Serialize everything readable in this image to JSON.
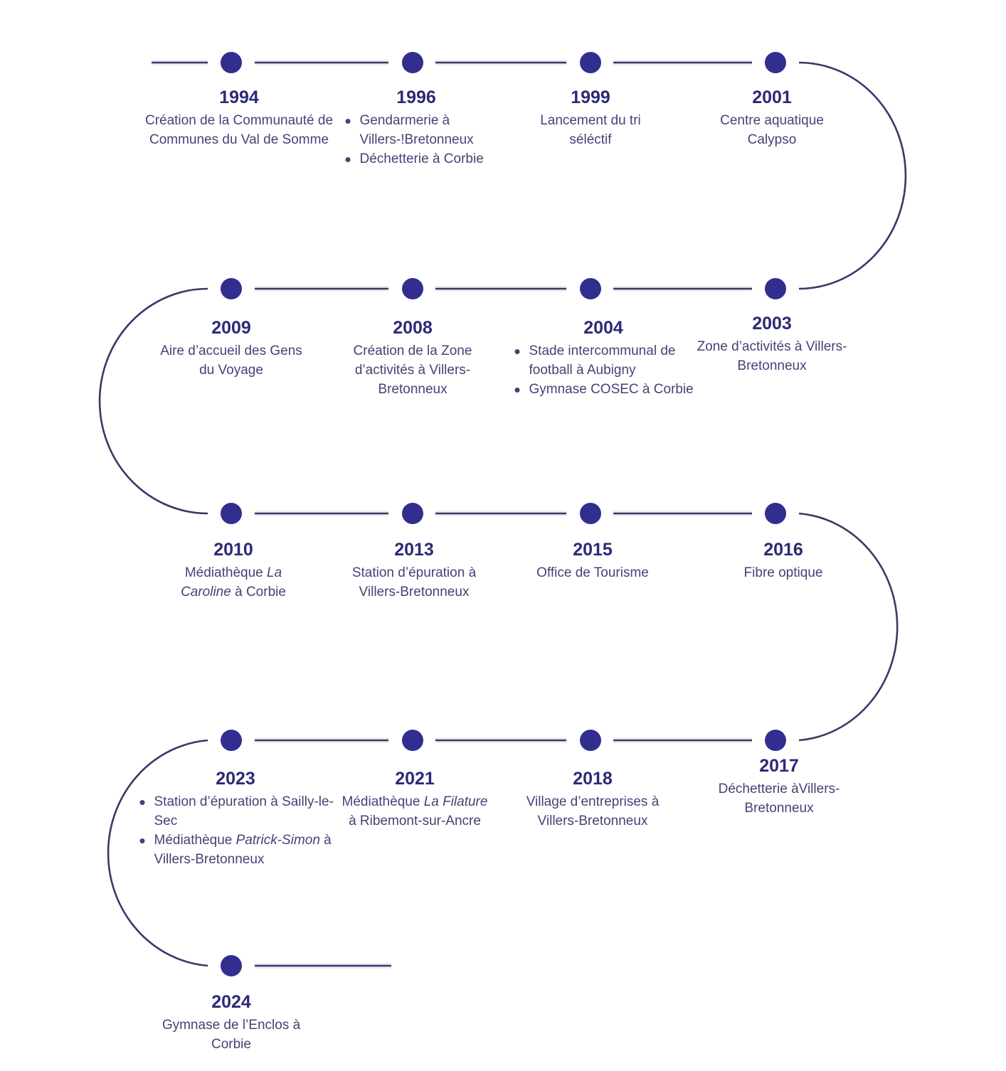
{
  "colors": {
    "dot": "#312e90",
    "line": "#3a3866",
    "year": "#2c2a75",
    "text": "#454276",
    "background": "#ffffff"
  },
  "timeline": {
    "rows": [
      {
        "items": [
          {
            "year": "1994",
            "desc": [
              "Création de la Communauté de Communes du Val de Somme"
            ]
          },
          {
            "year": "1996",
            "bullets": [
              [
                "Gendarmerie à Villers-!Bretonneux"
              ],
              [
                "Déchetterie à Corbie"
              ]
            ]
          },
          {
            "year": "1999",
            "desc": [
              "Lancement du tri séléctif"
            ]
          },
          {
            "year": "2001",
            "desc": [
              "Centre aquatique Calypso"
            ]
          }
        ]
      },
      {
        "items": [
          {
            "year": "2009",
            "desc": [
              "Aire d’accueil des Gens du Voyage"
            ]
          },
          {
            "year": "2008",
            "desc": [
              "Création de la Zone d’activités à Villers-Bretonneux"
            ]
          },
          {
            "year": "2004",
            "bullets": [
              [
                "Stade intercommunal de football à Aubigny"
              ],
              [
                "Gymnase COSEC à Corbie"
              ]
            ]
          },
          {
            "year": "2003",
            "desc": [
              "Zone d’activités à Villers-Bretonneux"
            ]
          }
        ]
      },
      {
        "items": [
          {
            "year": "2010",
            "desc": [
              "Médiathèque ",
              "La Caroline",
              " à Corbie"
            ]
          },
          {
            "year": "2013",
            "desc": [
              "Station d’épuration à Villers-Bretonneux"
            ]
          },
          {
            "year": "2015",
            "desc": [
              "Office de Tourisme"
            ]
          },
          {
            "year": "2016",
            "desc": [
              "Fibre optique"
            ]
          }
        ]
      },
      {
        "items": [
          {
            "year": "2023",
            "bullets": [
              [
                "Station d’épuration à Sailly-le-Sec"
              ],
              [
                "Médiathèque ",
                "Patrick-Simon",
                " à Villers-Bretonneux"
              ]
            ]
          },
          {
            "year": "2021",
            "desc": [
              "Médiathèque ",
              "La Filature",
              " à Ribemont-sur-Ancre"
            ]
          },
          {
            "year": "2018",
            "desc": [
              "Village d’entreprises à Villers-Bretonneux"
            ]
          },
          {
            "year": "2017",
            "desc": [
              "Déchetterie àVillers-Bretonneux"
            ]
          }
        ]
      },
      {
        "items": [
          {
            "year": "2024",
            "desc": [
              "Gymnase de l’Enclos à Corbie"
            ]
          }
        ]
      }
    ]
  }
}
